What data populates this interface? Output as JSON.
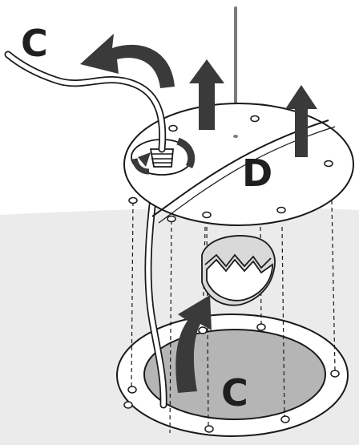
{
  "labels": {
    "cable_top": "C",
    "lid": "D",
    "cable_bottom": "C"
  },
  "colors": {
    "background_swoosh": "#ebebeb",
    "arrow": "#3a3a3a",
    "outline": "#1a1a1a",
    "pit_fill": "#b5b5b5",
    "rod": "#7a7a7a"
  }
}
